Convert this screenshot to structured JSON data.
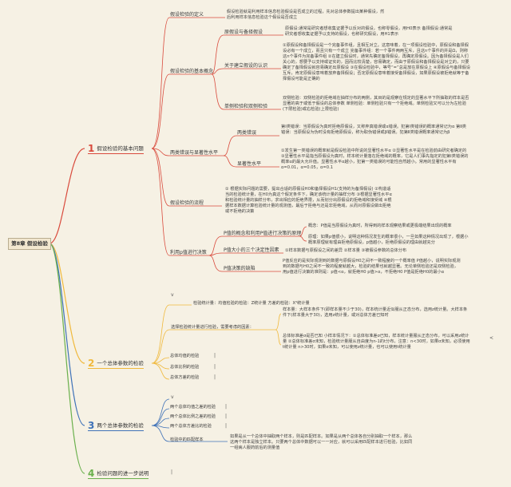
{
  "root": {
    "label": "第8章 假设检验"
  },
  "branches": {
    "b1": {
      "num": "1",
      "label": "假设检验的基本问题",
      "color": "#d94a3c"
    },
    "b2": {
      "num": "2",
      "label": "一个总体参数的检验",
      "color": "#f0b93c"
    },
    "b3": {
      "num": "3",
      "label": "两个总体参数的检验",
      "color": "#3f72b8"
    },
    "b4": {
      "num": "4",
      "label": "检验问题的进一步说明",
      "color": "#6ab04c"
    }
  },
  "n1": {
    "def_label": "假设检验的定义",
    "def_text": "假设检验就是利用样本信息检验假设是否成立的过程，先对总体参数提出某种假设，然后利用样本信息检验这个假设是否成立",
    "basic_label": "假设检验的基本概念",
    "h_label": "原假设与备择假设",
    "h_text": "原假设:通常是研究者想收集证据予以反对的假设，也称零假设，用H0表示 备择假设:通常是研究者想收集证据予以支持的假设，也称研究假设，用H1表示",
    "recog_label": "关于建立假设的认识",
    "recog_text": "①原假设和备择假设是一个完备事件组，且相互对立。这意味着，在一项假设检验中，原假设和备择假设必有一个成立，而且只有一个成立 完备事件组：若一个事件两两互斥，且这n个事件的并是Ω，则称这n个事件为完备事件组 ②在建立假设时，通常先确定备择假设，再确定原假设。因为备择假设是人们关心的，想要予以支持或证实的，因而比较清楚，容易确定，而由于原假设和备择假设是对立的，只要确定了备择假设就容易确定出原假设 ③在假设检验中，等号“=”总是放在原假设上 ④原假设与备择假设互斥，肯定原假设意味着放弃备择假设；否定原假设意味着接受备择假设，如果原假设被拒绝就等于备择假设可能是正确的",
    "tails_label": "单侧检验和双侧检验",
    "tails_text": "双侧检验：双侧检验的拒绝域在抽样分布的两侧，其目的是观察在规定的显著水平下所抽取的样本是否显著的高于或低于假设的总体参数 单侧检验：单侧检验只有一个拒绝域。单侧检验又可以分为左检验(下限检验)或右检验(上限检验)",
    "decision_label": "两类错误与显著性水平",
    "err_label": "两类错误",
    "err_text": "第Ⅰ类错误：当原假设为真时拒绝原假设，又称弃真错误或α错误。犯第Ⅰ类错误的概率通常记为α 第Ⅱ类错误：当原假设为伪时没有拒绝原假设，称为取伪错误或β错误。犯第Ⅱ类错误概率通常记为β",
    "sig_label": "显著性水平",
    "sig_text": "①发生第一类错误的概率就是假设检验中所说的显著性水平α ②显著性水平是在检验前由研究者确定的 ③显著性水平是指当原假设为真时，样本统计量落在拒绝域的概率，它是人们事先指定的犯第Ⅰ类错误的概率α的最大允许值。显著性水平α越小，犯第一类错误的可能性自然越小。常用的显著性水平有α=0.01，α=0.05，α=0.1",
    "process_label": "假设检验的流程",
    "process_text": "① 根据实际问题的需要，提出合适的原假设H0和备择假设H1(支持的为备择假设) ②构造适当的检验统计量，在H0为真这个假定条件下，确定该统计量的抽样分布 ③根据显著性水平α和检验统计量的抽样分布，求出相应的拒绝界限，从而划分出原假设的拒绝域和接受域 ④根据样本数据计算检验统计量的观测值，最后于拒绝与还是非拒绝域，从而对原假设做出拒绝或不拒绝的决策",
    "pval_label": "利用p值进行决策",
    "pconcept_label": "P值的概念和利用P值进行决策的原理",
    "pconcept_a": "概念：P值是当原假设为真时，所得到的样本观察结果或更极端结果出现的概率",
    "pconcept_b": "原理：如果p值很小，说明这种情况发生的概率很小，一旦如果这种情况出现了，根据小概率原理就有理由拒绝原假设，p值越小，拒绝原假设的理由就越充分",
    "pfactors_label": "P值大小的三个决定性因素",
    "pfactors_text": "①样本数据与原假设之间的差异 ②样本量 ③被假设参数的总体分布",
    "pproblem_label": "P值决策的缺陷",
    "pproblem_text": "P值反应的是实际观测到的数据与原假设H0之间不一致程度的一个概率值 P值越小，说明实际观测到的数据与H0之间不一致的程度就越大，检验的结果也就越显著。无论单侧检验还是双侧检验，用p值进行决策的准则是：p值<α，就拒绝H0 p值>α，不拒绝H0 P值是拒绝H0的最小α"
  },
  "n2": {
    "ts_label": "检验统计量：均值检验的检验：Z统计量 方差的检验：X²统计量",
    "choose_label": "选择检验统计量进行检验，需要考虑的因素：",
    "choose_a": "样本量：大样本条件下(即样本量不少于30)，样本统计量近似服从正态分布，选用z统计量。大样本条件下(样本量大于30)，选用z统计量，或对总体方差已知时",
    "choose_b": "总体标准差σ是否已知 小样本情况下：①总体标准差σ已知，样本统计量服从正态分布，可以采用z统计量 ②总体标准差σ未知，检验统计量服从自由度为n-1的t分布，注意：n<30时，如果σ未知，必须使用t统计量 n>30时，如果σ未知，可以使用z统计量，也可以使用t统计量",
    "mean_label": "总体均值的检验",
    "prop_label": "总体比例的检验",
    "var_label": "总体方差的检验"
  },
  "n3": {
    "mean2_label": "两个总体均值之差的检验",
    "prop2_label": "两个总体比例之差的检验",
    "var2_label": "两个总体方差比的检验",
    "paired_label": "检验中的匹配样本",
    "paired_text": "如果是从一个总体中抽取两个样本，则是匹配样本。如果是从两个总体各自分别抽取一个样本，那么这两个样本是独立样本。只要两个总体中数据可以一一对应，就可以采用匹配样本进行检验，比如同一组病人服药前后的测量值"
  },
  "marks": {
    "v": "v",
    "bar": "|",
    "arrow": "<"
  }
}
